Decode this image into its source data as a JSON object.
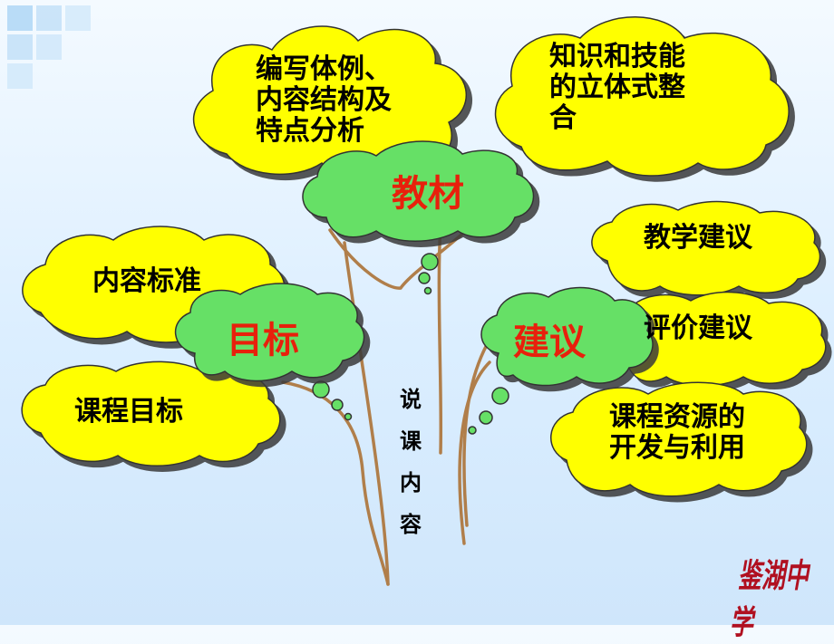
{
  "diagram": {
    "center_label": [
      "说",
      "课",
      "内",
      "容"
    ],
    "branches": {
      "textbook": {
        "label": "教材",
        "items": [
          [
            "编写体例、",
            "内容结构及",
            "特点分析"
          ],
          [
            "知识和技能",
            "的立体式整",
            "合"
          ]
        ]
      },
      "goals": {
        "label": "目标",
        "items": [
          [
            "内容标准"
          ],
          [
            "课程目标"
          ]
        ]
      },
      "suggestions": {
        "label": "建议",
        "items": [
          [
            "教学建议"
          ],
          [
            "评价建议"
          ],
          [
            "课程资源的",
            "开发与利用"
          ]
        ]
      }
    }
  },
  "seal": "鉴湖中学",
  "colors": {
    "cloud_yellow": "#ffff00",
    "cloud_green": "#66e066",
    "trunk": "#b07e4a",
    "label_red": "#e8200c",
    "seal_red": "#b01020"
  }
}
